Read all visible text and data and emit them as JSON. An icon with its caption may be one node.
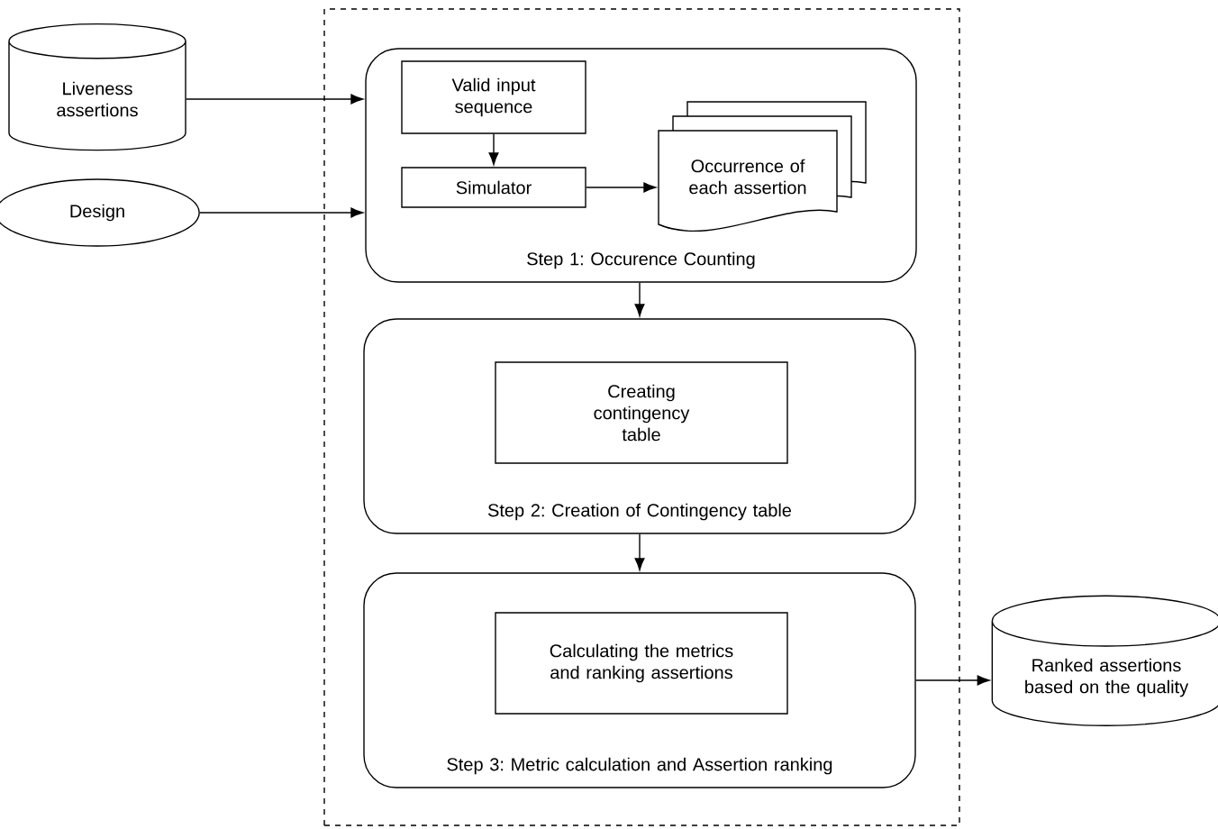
{
  "diagram": {
    "nodes": [
      {
        "text": [
          "Liveness assertions"
        ]
      },
      {
        "text": [
          "Design"
        ]
      },
      {
        "text": [],
        "shape": "box"
      },
      {
        "text": [
          "Step 1: Occurence Counting"
        ],
        "in": 2
      },
      {
        "text": [
          "Valid input sequence"
        ],
        "in": 3
      },
      {
        "text": [
          "Simulator"
        ],
        "in": 3
      },
      {
        "text": [
          "Occurrence of each assertion"
        ],
        "in": 3
      },
      {
        "text": [
          "Step 2: Creation of Contingency table"
        ],
        "in": 2
      },
      {
        "text": [
          "Creating contingency table"
        ],
        "in": 7
      },
      {
        "text": [
          "Step 3: Metric calculation and Assertion ranking"
        ],
        "in": 2
      },
      {
        "text": [
          "Calculating the metrics and ranking assertions"
        ],
        "in": 9
      },
      {
        "text": [
          "Ranked assertions based on the quality"
        ]
      }
    ],
    "edges": [
      {
        "from": 0,
        "to": 3,
        "arrow": "to"
      },
      {
        "from": 1,
        "to": 3,
        "arrow": "to"
      },
      {
        "from": 4,
        "to": 5,
        "arrow": "to"
      },
      {
        "from": 5,
        "to": 6,
        "arrow": "to"
      },
      {
        "from": 3,
        "to": 7,
        "arrow": "to"
      },
      {
        "from": 7,
        "to": 9,
        "arrow": "to"
      },
      {
        "from": 9,
        "to": 11,
        "arrow": "to"
      }
    ]
  }
}
